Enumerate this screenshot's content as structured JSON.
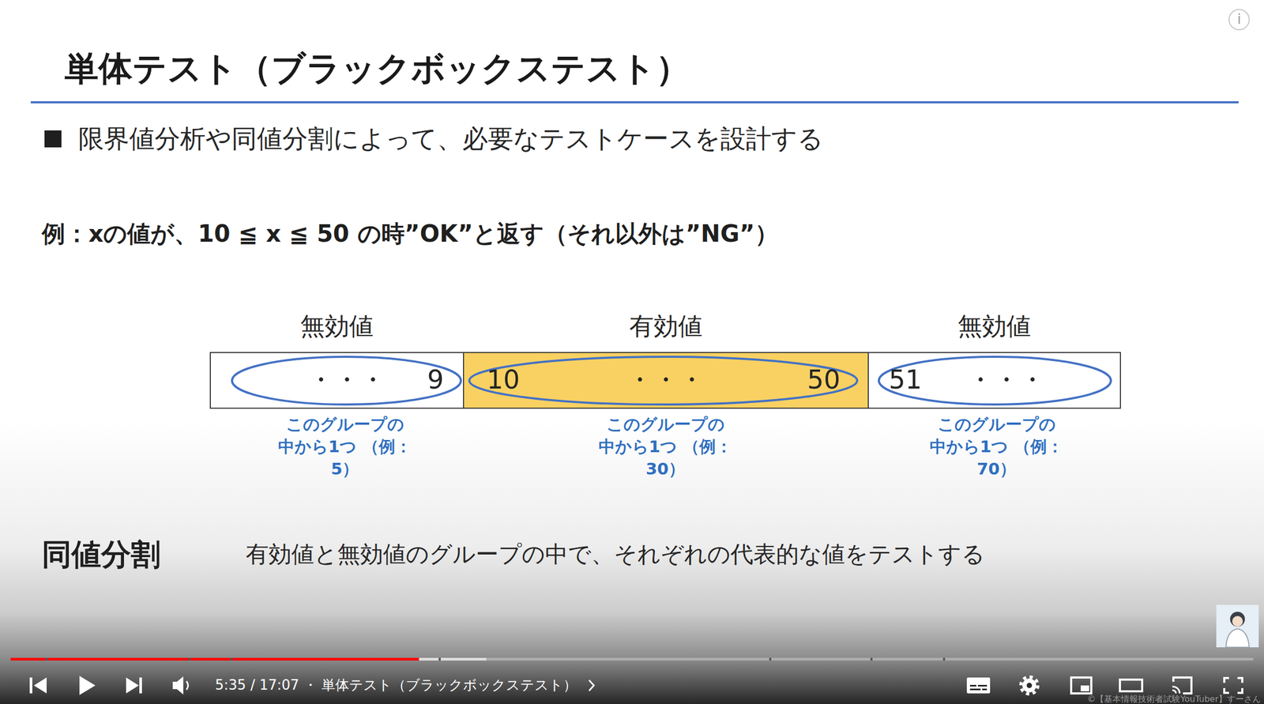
{
  "diagram": {
    "title": "単体テスト（ブラックボックステスト）",
    "nodes": [
      {
        "text": [
          "無効値",
          "・・・",
          "9"
        ]
      },
      {
        "text": [
          "有効値",
          "10",
          "・・・",
          "50"
        ]
      },
      {
        "text": [
          "無効値",
          "51",
          "・・・"
        ]
      }
    ],
    "labels": [
      "i",
      "限界値分析や同値分割によって、必要なテストケースを設計する",
      "例：xの値が、10 ≦ x ≦ 50 の時”OK”と返す（それ以外は”NG”）",
      "このグループの 中から1つ （例：5）",
      "このグループの 中から1つ （例：30）",
      "このグループの 中から1つ （例：70）",
      "同値分割",
      "有効値と無効値のグループの中で、それぞれの代表的な値をテストする",
      "5:35 / 17:07 ・ 単体テスト（ブラックボックステスト）",
      "©【基本情報技術者試験YouTuber】すーさん"
    ]
  }
}
